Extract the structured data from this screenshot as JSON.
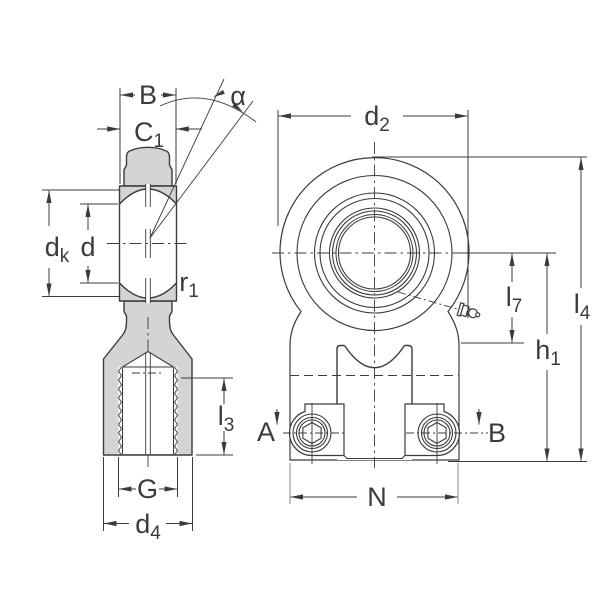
{
  "labels": {
    "B": "B",
    "C1": {
      "main": "C",
      "sub": "1"
    },
    "alpha": "α",
    "dk": {
      "main": "d",
      "sub": "k"
    },
    "d": "d",
    "r1": {
      "main": "r",
      "sub": "1"
    },
    "l3": {
      "main": "l",
      "sub": "3"
    },
    "G": "G",
    "d4": {
      "main": "d",
      "sub": "4"
    },
    "d2": {
      "main": "d",
      "sub": "2"
    },
    "l7": {
      "main": "l",
      "sub": "7"
    },
    "h1": {
      "main": "h",
      "sub": "1"
    },
    "l4": {
      "main": "l",
      "sub": "4"
    },
    "A": "A",
    "B_screw": "B",
    "N": "N"
  },
  "colors": {
    "line": "#3b3b3b",
    "fill_gray": "#d4d4d4",
    "extension": "#9a9a9a",
    "background": "#ffffff"
  }
}
